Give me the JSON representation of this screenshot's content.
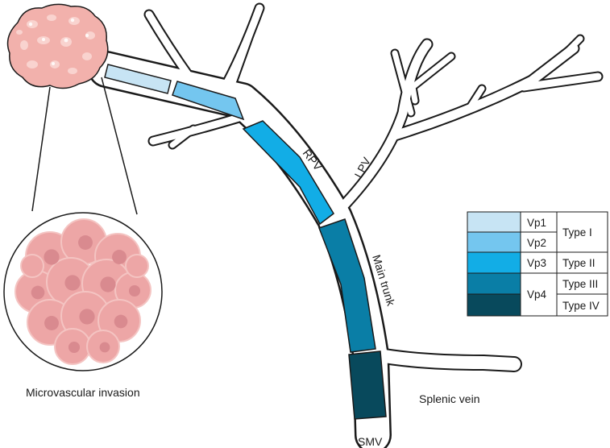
{
  "labels": {
    "rpv": "RPV",
    "lpv": "LPV",
    "main_trunk": "Main trunk",
    "splenic_vein": "Splenic vein",
    "smv": "SMV",
    "microvascular_invasion": "Microvascular invasion"
  },
  "legend": {
    "rows": [
      {
        "vp": "Vp1",
        "color": "#c7e4f4"
      },
      {
        "vp": "Vp2",
        "color": "#74c6ef"
      },
      {
        "vp": "Vp3",
        "color": "#12ade6"
      },
      {
        "vp": "Vp4",
        "color": "#0a7ea6"
      },
      {
        "vp": "",
        "color": "#08495c"
      }
    ],
    "types": {
      "type1": "Type I",
      "type2": "Type II",
      "type3": "Type III",
      "type4": "Type IV"
    }
  },
  "colors": {
    "vp1": "#c7e4f4",
    "vp2": "#74c6ef",
    "vp3": "#12ade6",
    "vp4_type3": "#0a7ea6",
    "vp4_type4": "#08495c",
    "tumor": "#f2b1ac",
    "tumor_nodule": "#f9d3cf",
    "cell": "#eda6a6",
    "nucleus": "#d98a8f",
    "outline": "#1a1a1a"
  },
  "icons": {
    "tumor": "tumor-mass-icon",
    "cells": "tumor-cell-cluster-icon"
  }
}
